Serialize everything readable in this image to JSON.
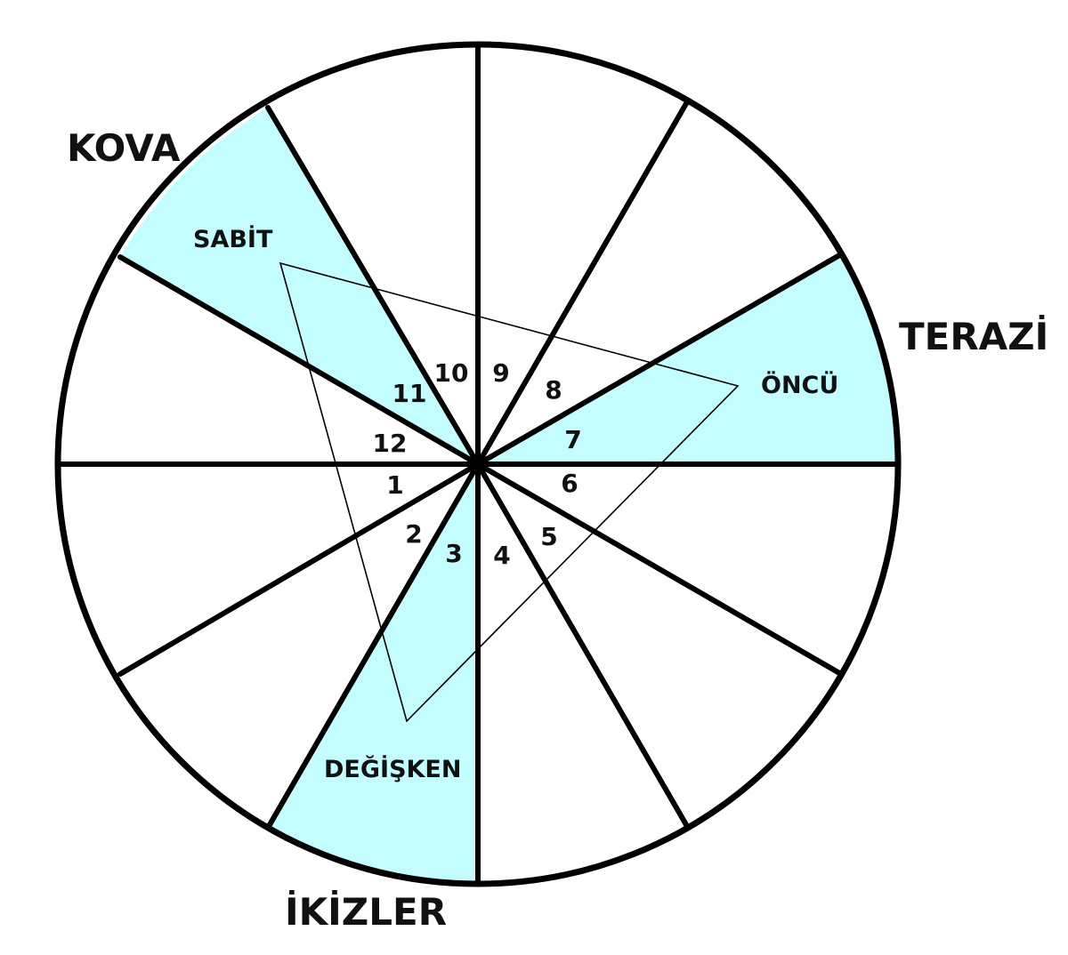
{
  "colors": {
    "highlight": "#c4fdfd",
    "stroke": "#000000",
    "background": "#ffffff"
  },
  "signs": {
    "aquarius": "KOVA",
    "libra": "TERAZİ",
    "gemini": "İKİZLER"
  },
  "modes": {
    "fixed": "SABİT",
    "cardinal": "ÖNCÜ",
    "mutable": "DEĞİŞKEN"
  },
  "houses": [
    "1",
    "2",
    "3",
    "4",
    "5",
    "6",
    "7",
    "8",
    "9",
    "10",
    "11",
    "12"
  ],
  "highlighted_houses": [
    3,
    7,
    11
  ]
}
